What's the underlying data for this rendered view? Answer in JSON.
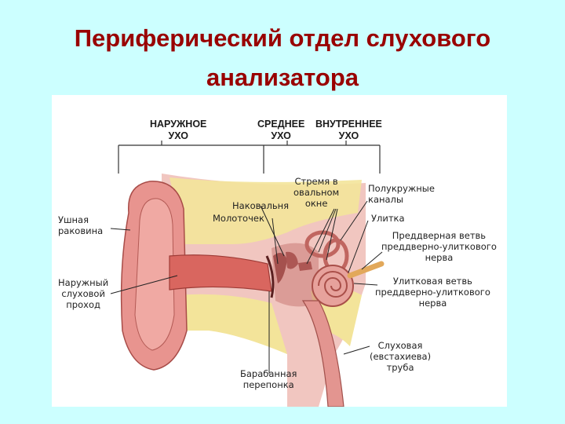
{
  "slide": {
    "title_line1": "Периферический отдел слухового",
    "title_line2": "анализатора"
  },
  "diagram": {
    "sections": {
      "outer": "НАРУЖНОЕ\nУХО",
      "middle": "СРЕДНЕЕ\nУХО",
      "inner": "ВНУТРЕННЕЕ\nУХО"
    },
    "labels": {
      "auricle": "Ушная\nраковина",
      "ext_canal": "Наружный\nслуховой\nпроход",
      "eardrum": "Барабанная\nперепонка",
      "incus": "Наковальня",
      "malleus": "Молоточек",
      "stapes": "Стремя в\nовальном\nокне",
      "semicircular": "Полукружные\nканалы",
      "cochlea": "Улитка",
      "vestibular_branch": "Преддверная ветвь\nпреддверно-улиткового\nнерва",
      "cochlear_branch": "Улитковая ветвь\nпреддверно-улиткового\nнерва",
      "eustachian": "Слуховая\n(евстахиева)\nтруба"
    },
    "colors": {
      "background": "#ccffff",
      "title": "#990000",
      "skin": "#e8948f",
      "bone": "#f3e49a",
      "tissue": "#f1c6c0"
    }
  }
}
